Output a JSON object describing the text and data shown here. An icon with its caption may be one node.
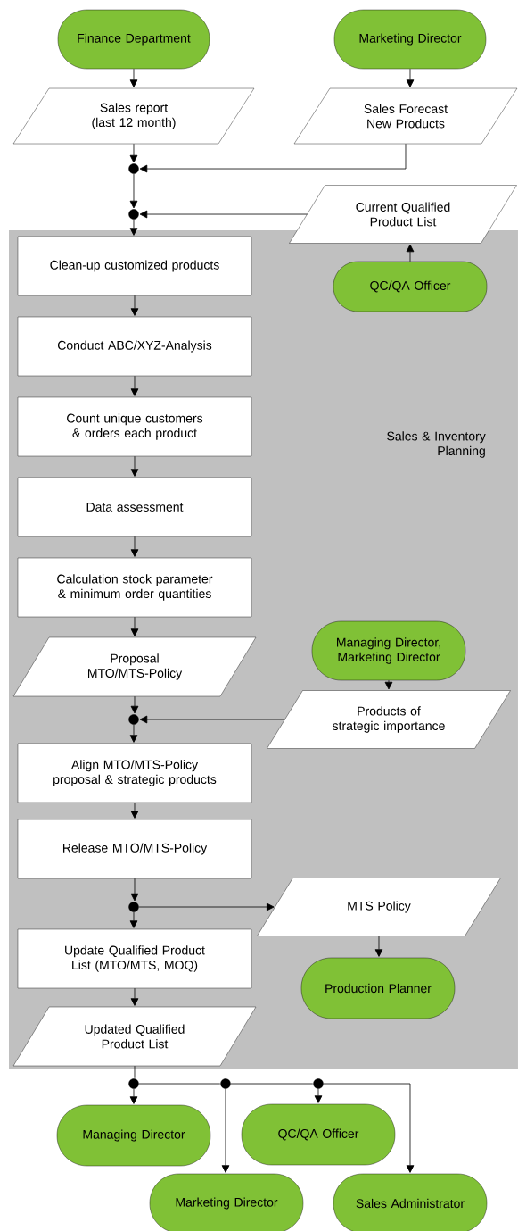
{
  "diagram": {
    "nodes": [
      {
        "text": [
          "Finance Department"
        ]
      },
      {
        "text": [
          "Marketing Director"
        ]
      },
      {
        "text": [
          "Sales report (last 12 month)"
        ]
      },
      {
        "text": [
          "Sales Forecast New Products"
        ]
      },
      {
        "text": [],
        "shape": "circle"
      },
      {
        "text": [],
        "shape": "circle"
      },
      {
        "text": [
          "Current Qualified Product List"
        ]
      },
      {
        "text": [
          "Sales & Inventory Planning"
        ]
      },
      {
        "text": [
          "Clean-up customized products"
        ],
        "in": 7
      },
      {
        "text": [
          "QC/QA Officer"
        ],
        "in": 7
      },
      {
        "text": [
          "Conduct ABC/XYZ-Analysis"
        ],
        "in": 7
      },
      {
        "text": [
          "Count unique customers & orders each product"
        ],
        "in": 7
      },
      {
        "text": [
          "Data assessment"
        ],
        "in": 7
      },
      {
        "text": [
          "Calculation stock parameter & minimum order quantities"
        ],
        "in": 7
      },
      {
        "text": [
          "Proposal MTO/MTS-Policy"
        ],
        "in": 7
      },
      {
        "text": [
          "Managing Director, Marketing Director"
        ],
        "in": 7
      },
      {
        "text": [
          "Products of strategic importance"
        ],
        "in": 7
      },
      {
        "text": [],
        "shape": "circle",
        "in": 7
      },
      {
        "text": [
          "Align MTO/MTS-Policy proposal & strategic products"
        ],
        "in": 7
      },
      {
        "text": [
          "Release MTO/MTS-Policy"
        ],
        "in": 7
      },
      {
        "text": [],
        "shape": "circle",
        "in": 7
      },
      {
        "text": [
          "MTS Policy"
        ],
        "in": 7
      },
      {
        "text": [
          "Update Qualified Product List (MTO/MTS, MOQ)"
        ],
        "in": 7
      },
      {
        "text": [
          "Production Planner"
        ],
        "in": 7
      },
      {
        "text": [
          "Updated Qualified Product List"
        ],
        "in": 7
      },
      {
        "text": [],
        "shape": "circle"
      },
      {
        "text": [],
        "shape": "circle"
      },
      {
        "text": [],
        "shape": "circle"
      },
      {
        "text": [
          "Managing Director"
        ]
      },
      {
        "text": [
          "QC/QA Officer"
        ]
      },
      {
        "text": [
          "Marketing Director"
        ]
      },
      {
        "text": [
          "Sales Administrator"
        ]
      }
    ],
    "edges": [
      {
        "from": 0,
        "to": 2,
        "arrow": "to"
      },
      {
        "from": 1,
        "to": 3,
        "arrow": "to"
      },
      {
        "from": 2,
        "to": 4,
        "arrow": "to"
      },
      {
        "from": 3,
        "to": 4,
        "arrow": "to"
      },
      {
        "from": 4,
        "to": 5,
        "arrow": "to"
      },
      {
        "from": 6,
        "to": 5,
        "arrow": "to"
      },
      {
        "from": 5,
        "to": 8,
        "arrow": "to"
      },
      {
        "from": 9,
        "to": 6,
        "arrow": "to"
      },
      {
        "from": 8,
        "to": 10,
        "arrow": "to"
      },
      {
        "from": 10,
        "to": 11,
        "arrow": "to"
      },
      {
        "from": 11,
        "to": 12,
        "arrow": "to"
      },
      {
        "from": 12,
        "to": 13,
        "arrow": "to"
      },
      {
        "from": 13,
        "to": 14,
        "arrow": "to"
      },
      {
        "from": 14,
        "to": 17,
        "arrow": "to"
      },
      {
        "from": 15,
        "to": 16,
        "arrow": "to"
      },
      {
        "from": 16,
        "to": 17,
        "arrow": "to"
      },
      {
        "from": 17,
        "to": 18,
        "arrow": "to"
      },
      {
        "from": 18,
        "to": 19,
        "arrow": "to"
      },
      {
        "from": 19,
        "to": 20,
        "arrow": "to"
      },
      {
        "from": 20,
        "to": 21,
        "arrow": "to"
      },
      {
        "from": 20,
        "to": 22,
        "arrow": "to"
      },
      {
        "from": 21,
        "to": 23,
        "arrow": "to"
      },
      {
        "from": 22,
        "to": 24,
        "arrow": "to"
      },
      {
        "from": 24,
        "to": 25,
        "arrow": "none"
      },
      {
        "from": 25,
        "to": 28,
        "arrow": "to"
      },
      {
        "from": 25,
        "to": 26,
        "arrow": "none"
      },
      {
        "from": 26,
        "to": 30,
        "arrow": "to"
      },
      {
        "from": 26,
        "to": 27,
        "arrow": "none"
      },
      {
        "from": 27,
        "to": 29,
        "arrow": "to"
      },
      {
        "from": 27,
        "to": 31,
        "arrow": "to"
      }
    ]
  }
}
